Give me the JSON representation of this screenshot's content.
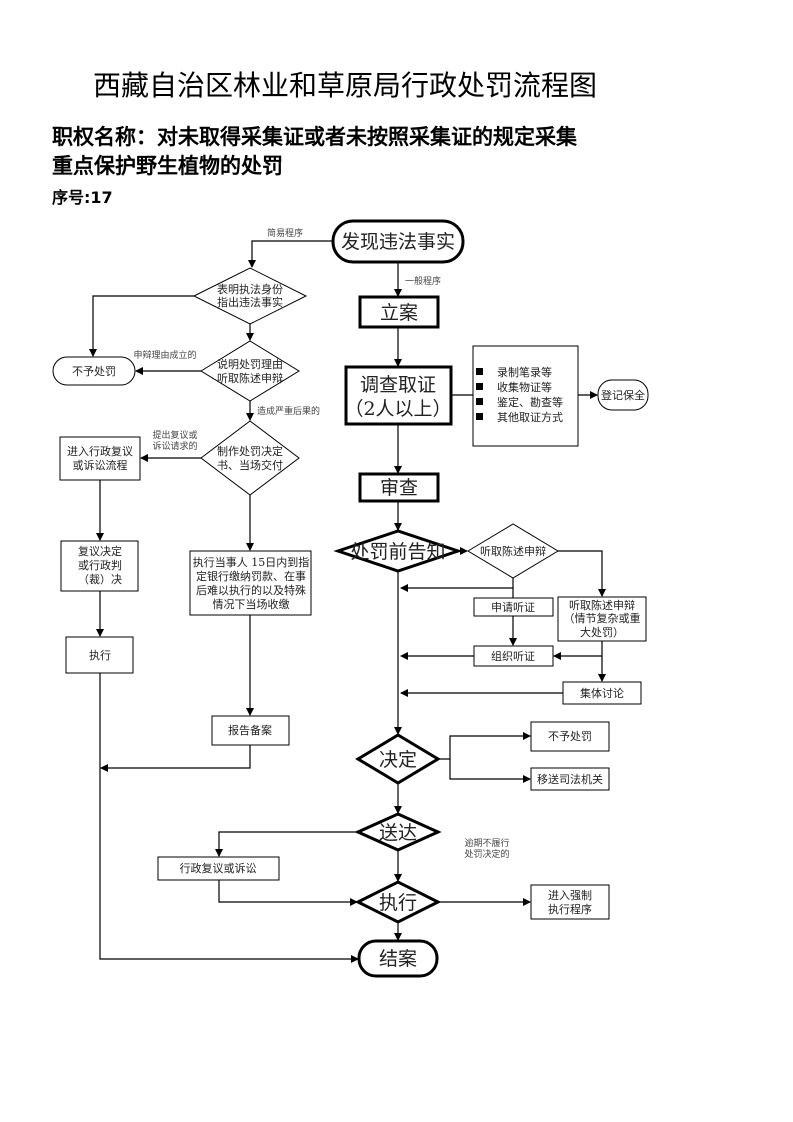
{
  "title": "西藏自治区林业和草原局行政处罚流程图",
  "authority_name_line1": "职权名称：对未取得采集证或者未按照采集证的规定采集",
  "authority_name_line2": "重点保护野生植物的处罚",
  "serial": "序号:17",
  "nodes": {
    "discover": "发现违法事实",
    "file_case": "立案",
    "investigate_1": "调查取证",
    "investigate_2": "（2人以上）",
    "evidence_items": [
      "录制笔录等",
      "收集物证等",
      "鉴定、勘查等",
      "其他取证方式"
    ],
    "register": "登记保全",
    "review": "审查",
    "pre_notice": "处罚前告知",
    "hear_diamond": "听取陈述申辩",
    "hear_box": [
      "听取陈述申辩",
      "（情节复杂或重",
      "大处罚）"
    ],
    "apply_hearing": "申请听证",
    "organize_hearing": "组织听证",
    "collective": "集体讨论",
    "decide": "决定",
    "no_penalty_right": "不予处罚",
    "transfer": "移送司法机关",
    "deliver": "送达",
    "reconsider": "行政复议或诉讼",
    "execute": "执行",
    "force": [
      "进入强制",
      "执行程序"
    ],
    "close": "结案",
    "show_id": [
      "表明执法身份",
      "指出违法事实"
    ],
    "explain": [
      "说明处罚理由",
      "听取陈述申辩"
    ],
    "no_penalty_left": "不予处罚",
    "make_decision": [
      "制作处罚决定",
      "书、当场交付"
    ],
    "enter_review": [
      "进入行政复议",
      "或诉讼流程"
    ],
    "review_decision": [
      "复议决定",
      "或行政判",
      "（裁）决"
    ],
    "execute_left": "执行",
    "pay": [
      "执行当事人 15日内到指",
      "定银行缴纳罚款、在事",
      "后难以执行的以及特殊",
      "情况下当场收缴"
    ],
    "report": "报告备案"
  },
  "labels": {
    "simple": "简易程序",
    "general": "一般程序",
    "defense_valid": "申辩理由成立的",
    "serious": "造成严重后果的",
    "request_review": [
      "提出复议或",
      "诉讼请求的"
    ],
    "overdue": [
      "逾期不履行",
      "处罚决定的"
    ]
  }
}
